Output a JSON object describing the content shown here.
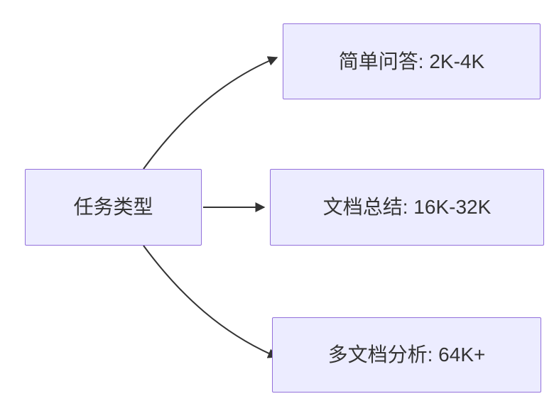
{
  "diagram": {
    "type": "flowchart",
    "direction": "left-to-right",
    "root": {
      "id": "task-type",
      "label": "任务类型"
    },
    "children": [
      {
        "id": "simple-qa",
        "label": "简单问答: 2K-4K"
      },
      {
        "id": "doc-summary",
        "label": "文档总结: 16K-32K"
      },
      {
        "id": "multi-doc",
        "label": "多文档分析: 64K+"
      }
    ],
    "edges": [
      {
        "from": "task-type",
        "to": "simple-qa"
      },
      {
        "from": "task-type",
        "to": "doc-summary"
      },
      {
        "from": "task-type",
        "to": "multi-doc"
      }
    ],
    "colors": {
      "background": "#ffffff",
      "node_fill": "#ececff",
      "node_border": "#9370db",
      "edge": "#333333",
      "text": "#333333"
    }
  }
}
